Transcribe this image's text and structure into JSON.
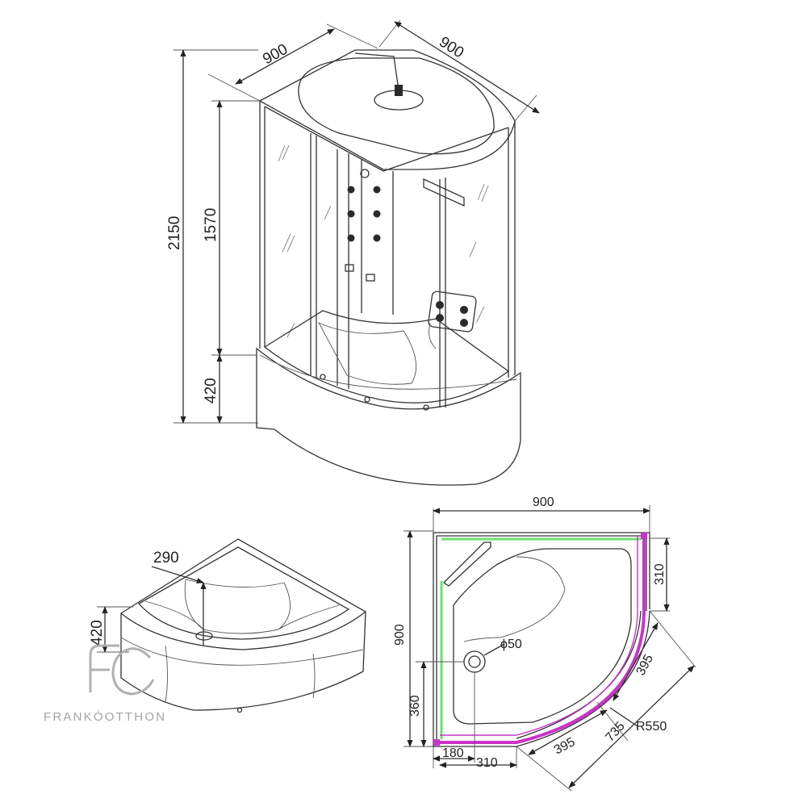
{
  "cabin": {
    "width_left": "900",
    "width_right": "900",
    "total_height": "2150",
    "glass_height": "1570",
    "tray_height": "420"
  },
  "tray": {
    "seat_depth": "290",
    "height": "420"
  },
  "plan": {
    "top_width": "900",
    "left_depth": "900",
    "right_offset": "310",
    "drain": "ϕ50",
    "drain_offset_y": "360",
    "bottom_a": "180",
    "bottom_b": "310",
    "arc_segment_bottom": "395",
    "arc_segment_right": "395",
    "chord": "735",
    "radius": "R550"
  },
  "logo": {
    "text": "FRANKÓOTTHON"
  },
  "colors": {
    "profile_left": "#6ee06e",
    "profile_curve": "#cc33cc"
  }
}
